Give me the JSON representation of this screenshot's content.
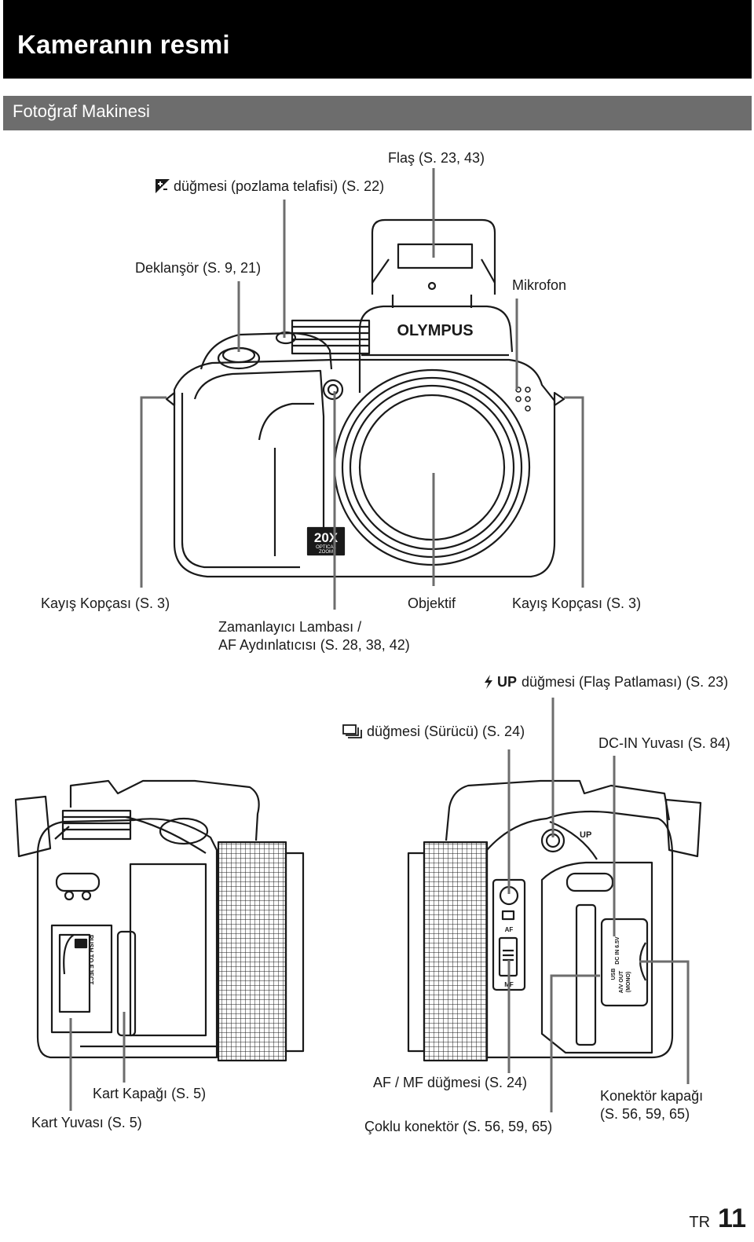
{
  "header": {
    "title": "Kameranın resmi"
  },
  "section": {
    "title": "Fotoğraf Makinesi"
  },
  "front_labels": {
    "flash": "Flaş (S. 23, 43)",
    "exposure_button": "düğmesi (pozlama telafisi) (S. 22)",
    "shutter": "Deklanşör (S. 9, 21)",
    "microphone": "Mikrofon",
    "strap_left": "Kayış Kopçası (S. 3)",
    "lens": "Objektif",
    "strap_right": "Kayış Kopçası (S. 3)",
    "self_timer_line1": "Zamanlayıcı Lambası /",
    "self_timer_line2": "AF Aydınlatıcısı (S. 28, 38, 42)",
    "brand": "OLYMPUS",
    "zoom_value": "20X",
    "zoom_line1": "OPTICAL",
    "zoom_line2": "ZOOM"
  },
  "side_labels": {
    "flash_up_icon_text": "UP",
    "flash_up_button": "düğmesi (Flaş Patlaması) (S. 23)",
    "drive_button": "düğmesi (Sürücü) (S. 24)",
    "dc_in": "DC-IN Yuvası (S. 84)",
    "card_cover": "Kart Kapağı (S. 5)",
    "card_slot": "Kart Yuvası (S. 5)",
    "af_mf": "AF / MF düğmesi (S. 24)",
    "multi_connector": "Çoklu konektör (S. 56, 59, 65)",
    "connector_cover_line1": "Konektör kapağı",
    "connector_cover_line2": "(S. 56, 59, 65)",
    "push_to_eject": "PUSH TO EJECT",
    "body_up_text": "UP",
    "af_text": "AF",
    "mf_text": "MF",
    "usb_text": "USB",
    "av_out_text": "A/V OUT",
    "mono_text": "(MONO)",
    "dc_in_text": "DC IN 6.5V"
  },
  "footer": {
    "lang": "TR",
    "page": "11"
  },
  "icons": {
    "exposure": "exposure-compensation-icon",
    "flash_up": "flash-bolt-icon",
    "drive": "sequential-shooting-icon"
  }
}
